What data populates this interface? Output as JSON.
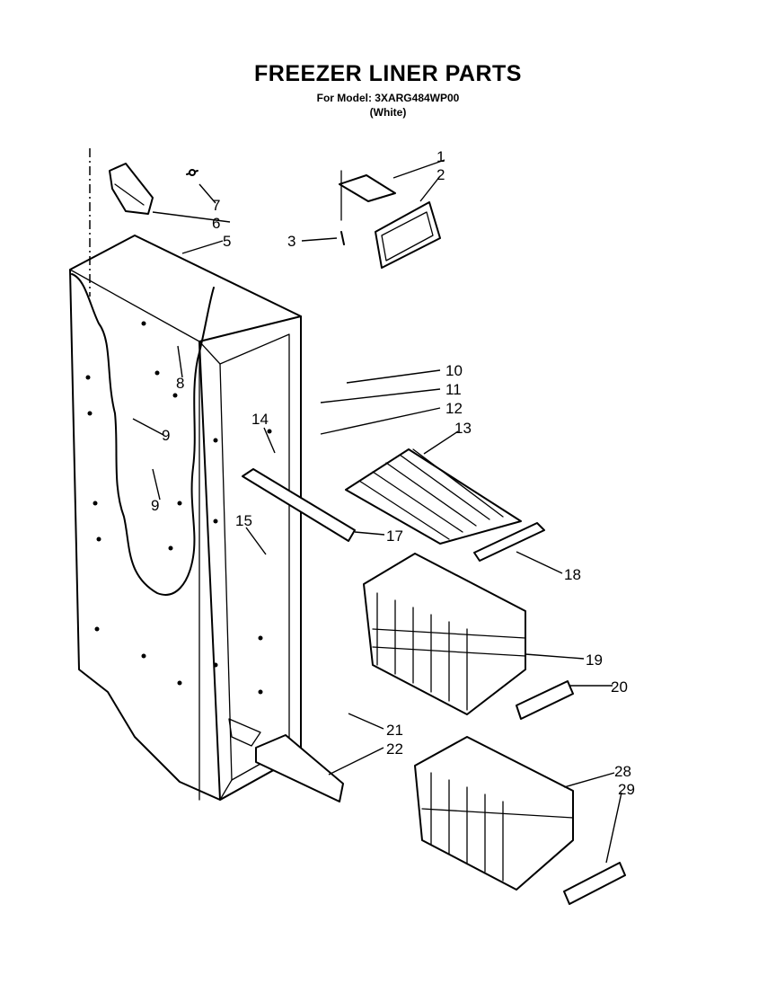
{
  "header": {
    "title": "FREEZER LINER PARTS",
    "model_line": "For Model: 3XARG484WP00",
    "color_line": "(White)"
  },
  "callouts": [
    "1",
    "2",
    "3",
    "5",
    "6",
    "7",
    "8",
    "9",
    "9",
    "10",
    "11",
    "12",
    "13",
    "14",
    "15",
    "17",
    "18",
    "19",
    "20",
    "21",
    "22",
    "28",
    "29"
  ]
}
